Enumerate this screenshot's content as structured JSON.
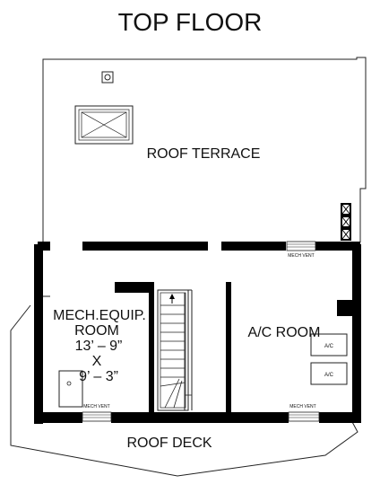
{
  "title": "TOP FLOOR",
  "rooms": {
    "roof_terrace": "ROOF TERRACE",
    "mech_room": {
      "line1": "MECH.EQUIP.",
      "line2": "ROOM",
      "line3": "13’ – 9”",
      "line4": "X",
      "line5": "9’ – 3”"
    },
    "ac_room": "A/C ROOM",
    "roof_deck": "ROOF DECK"
  },
  "labels": {
    "mech_vent_top": "MECH VENT",
    "mech_vent_bottom_left": "MECH VENT",
    "mech_vent_bottom_right": "MECH VENT",
    "ac_unit_1": "A/C",
    "ac_unit_2": "A/C"
  },
  "colors": {
    "wall": "#000000",
    "line": "#222222",
    "background": "#ffffff"
  }
}
